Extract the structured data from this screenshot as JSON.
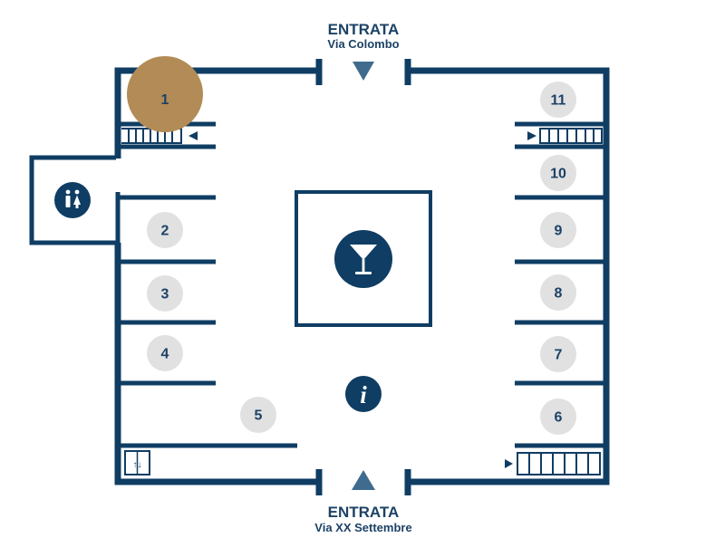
{
  "colors": {
    "wall": "#0f3d63",
    "text": "#1c4266",
    "stall_fill": "#e1e1e1",
    "selected_fill": "#b38b56",
    "selected_text": "#ffffff",
    "icon_fill": "#0f3d63",
    "arrow_fill": "#3f6b8e",
    "background": "#ffffff"
  },
  "entrances": {
    "top": {
      "title": "ENTRATA",
      "street": "Via Colombo"
    },
    "bottom": {
      "title": "ENTRATA",
      "street": "Via XX Settembre"
    }
  },
  "stalls": [
    {
      "number": "1",
      "selected": true
    },
    {
      "number": "2"
    },
    {
      "number": "3"
    },
    {
      "number": "4"
    },
    {
      "number": "5"
    },
    {
      "number": "6"
    },
    {
      "number": "7"
    },
    {
      "number": "8"
    },
    {
      "number": "9"
    },
    {
      "number": "10"
    },
    {
      "number": "11"
    }
  ],
  "icons": {
    "restroom": "restroom-icon",
    "bar": "cocktail-glass-icon",
    "info": "info-icon",
    "elevator": "elevator-icon",
    "stairs": "stairs-icon"
  },
  "info_glyph": "i",
  "elevator_glyph": "↑↓"
}
